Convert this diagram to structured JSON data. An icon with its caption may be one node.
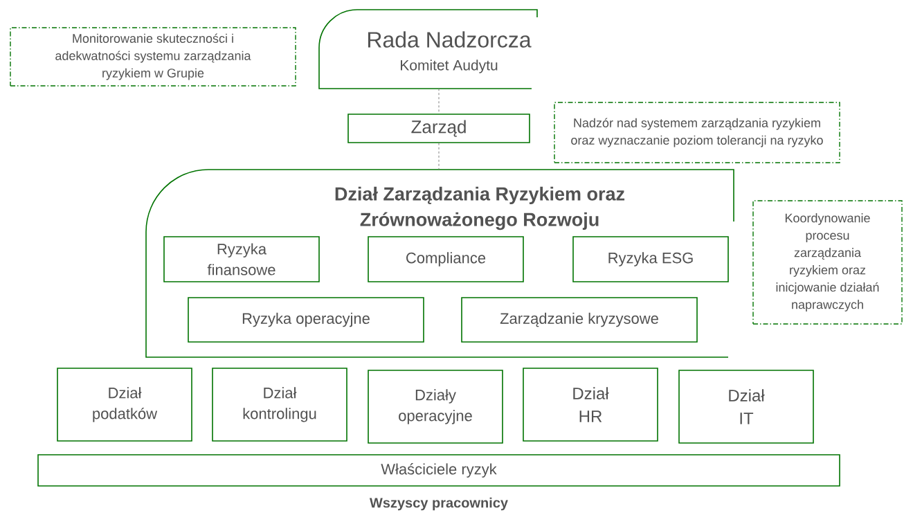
{
  "diagram": {
    "nodes": [
      {
        "text": [
          "Monitorowanie skuteczności i adekwatności systemu zarządzania ryzykiem w Grupie"
        ]
      },
      {
        "text": [
          "Rada Nadzorcza",
          "Komitet Audytu"
        ]
      },
      {
        "text": [
          "Zarząd"
        ]
      },
      {
        "text": [
          "Nadzór nad systemem zarządzania ryzykiem oraz wyznaczanie poziom tolerancji na ryzyko"
        ]
      },
      {
        "text": [
          "Dział Zarządzania Ryzykiem oraz Zrównoważonego Rozwoju"
        ]
      },
      {
        "text": [
          "Ryzyka finansowe"
        ],
        "in": 4
      },
      {
        "text": [
          "Compliance"
        ],
        "in": 4
      },
      {
        "text": [
          "Ryzyka ESG"
        ],
        "in": 4
      },
      {
        "text": [
          "Ryzyka operacyjne"
        ],
        "in": 4
      },
      {
        "text": [
          "Zarządzanie kryzysowe"
        ],
        "in": 4
      },
      {
        "text": [
          "Koordynowanie procesu zarządzania ryzykiem oraz inicjowanie działań naprawczych"
        ]
      },
      {
        "text": [
          "Dział podatków"
        ]
      },
      {
        "text": [
          "Dział kontrolingu"
        ]
      },
      {
        "text": [
          "Działy operacyjne"
        ]
      },
      {
        "text": [
          "Dział HR"
        ]
      },
      {
        "text": [
          "Dział IT"
        ]
      },
      {
        "text": [
          "Właściciele ryzyk"
        ]
      }
    ],
    "edges": [
      {
        "from": 1,
        "to": 2,
        "arrow": "none",
        "style": "dashed"
      },
      {
        "from": 2,
        "to": 4,
        "arrow": "none",
        "style": "dashed"
      }
    ],
    "labels": [
      "Wszyscy pracownicy"
    ]
  }
}
